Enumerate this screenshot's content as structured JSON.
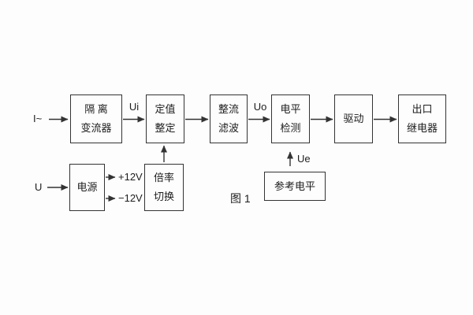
{
  "figure": {
    "caption": "图 1"
  },
  "labels": {
    "input_current": "I~",
    "ui": "Ui",
    "uo": "Uo",
    "ue": "Ue",
    "input_voltage": "U",
    "rail_pos": "+12V",
    "rail_neg": "−12V"
  },
  "blocks": {
    "isolation": {
      "lines": [
        "隔 离",
        "变流器"
      ]
    },
    "setting": {
      "lines": [
        "定值",
        "整定"
      ]
    },
    "rectify_filter": {
      "lines": [
        "整流",
        "滤波"
      ]
    },
    "level_detect": {
      "lines": [
        "电平",
        "检测"
      ]
    },
    "drive": {
      "lines": [
        "驱动"
      ]
    },
    "output_relay": {
      "lines": [
        "出口",
        "继电器"
      ]
    },
    "power": {
      "lines": [
        "电源"
      ]
    },
    "ratio_switch": {
      "lines": [
        "倍率",
        "切换"
      ]
    },
    "reference_level": {
      "lines": [
        "参考电平"
      ]
    }
  },
  "colors": {
    "background": "#fdfdfd",
    "line": "#333333",
    "text": "#1d1d1d"
  }
}
